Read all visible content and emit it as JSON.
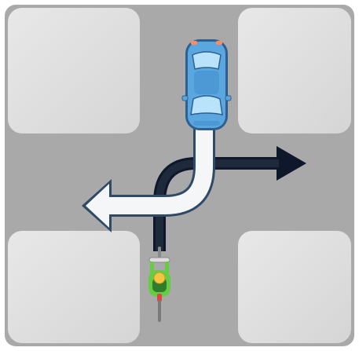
{
  "scene": {
    "type": "intersection-illustration",
    "colors": {
      "background": "#ffffff",
      "block": "#d9d9d9",
      "road": "#a6a6a6",
      "car_body": "#5aa7e0",
      "car_outline": "#2f5f8f",
      "car_glass": "#b9e2fb",
      "car_light": "#ff8b5f",
      "white_arrow_fill": "#f5f7f8",
      "white_arrow_outline": "#2f4a66",
      "black_arrow": "#111827",
      "rider_green": "#66cc44",
      "rider_helmet": "#f4c542",
      "bike_red": "#d94646"
    },
    "elements": {
      "car": {
        "icon": "car-icon",
        "facing": "down"
      },
      "car_path": {
        "icon": "arrow-left",
        "style": "white",
        "direction": "left"
      },
      "bicycle_path": {
        "icon": "arrow-right",
        "style": "black",
        "direction": "right"
      },
      "cyclist": {
        "icon": "bicycle-icon",
        "facing": "up"
      }
    }
  }
}
